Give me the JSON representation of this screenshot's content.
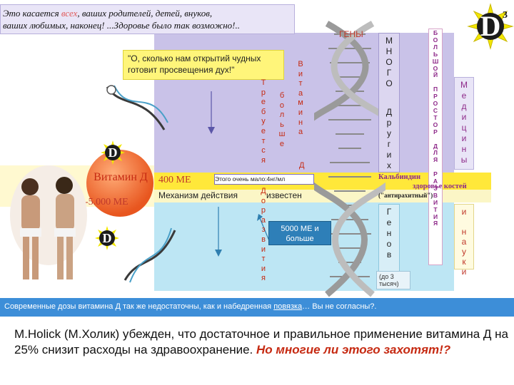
{
  "header": {
    "text_prefix": "Это касается ",
    "text_highlight": "всех",
    "text_rest": ", ваших родителей, детей, внуков,",
    "line2": "ваших любимых, наконец! ...Здоровье было так возможно!.."
  },
  "quote": "\"О, сколько нам открытий чудных готовит просвещения дух!\"",
  "columns": {
    "trebuetsya": "Требуется",
    "bolshe": "больше",
    "vitamina": "Витамина",
    "d": "Д",
    "mnogo": "МНОГО",
    "drugih": "Других",
    "genov": "Генов",
    "razvitiya_letters": "Доразвития",
    "bolshoy": "БОЛЬШОЙ ПРОСТОР ДЛЯ РАЗВИТИЯ",
    "meditsiny": "Медицины",
    "i_nauki": "и науки"
  },
  "labels": {
    "genes": "ГЕНЫ",
    "vitamin_d": "Витамин Д",
    "dose_400": "400 МЕ",
    "dose_4000": "4-5.000 МЕ",
    "mechanism": "Механизм действия",
    "known": "известен",
    "safe_level": "Этого очень мало:4нг/мл",
    "dose_5000": "5000 МЕ и больше",
    "thousand": "(до 3 тысяч)",
    "kalbindin": "Кальбиндин",
    "healthy_bones": "здоровье костей",
    "antirah": "(\"антирахитный\")",
    "d_letter": "D",
    "d_super": "3"
  },
  "footer": {
    "bar_text": "Современные дозы витамина Д так же недостаточны,  как и набедренная ",
    "bar_emph": "повязка",
    "bar_tail": "… Вы не согласны?.",
    "holick_line": "M.Holick (М.Холик) убежден, что достаточное и правильное применение витамина Д на 25% снизит расходы на здравоохранение.",
    "holick_red": "Но многие ли этого захотят!?"
  },
  "colors": {
    "purple_band": "#c9c2e8",
    "cyan_band": "#bde6f4",
    "yellow_band": "#ffe83a",
    "accent_red": "#c62a12",
    "accent_blue": "#3d8ed8"
  },
  "icons": [
    "dna-double-helix-icon",
    "dna-strand-icon",
    "vitamin-d3-badge-icon",
    "men-in-loincloth-illustration"
  ]
}
